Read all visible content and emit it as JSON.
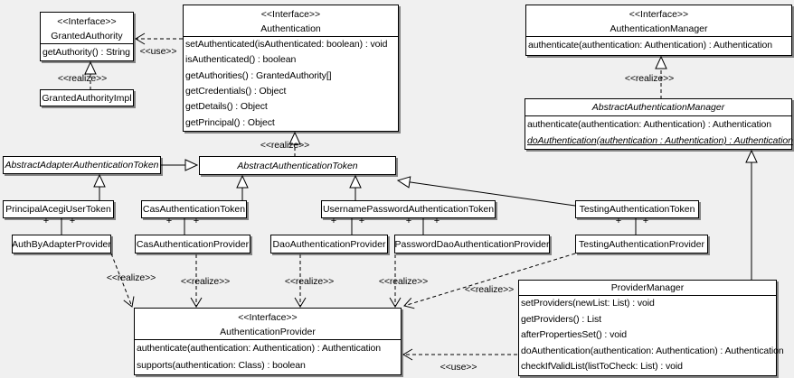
{
  "diagram": {
    "kind": "uml-class-diagram",
    "subject": "Acegi/Spring Security authentication classes"
  },
  "labels": {
    "realize": "<<realize>>",
    "use": "<<use>>",
    "plus": "+"
  },
  "classes": {
    "granted_authority": {
      "stereotype": "<<Interface>>",
      "name": "GrantedAuthority",
      "methods": [
        "getAuthority() : String"
      ]
    },
    "granted_authority_impl": {
      "name": "GrantedAuthorityImpl"
    },
    "authentication": {
      "stereotype": "<<Interface>>",
      "name": "Authentication",
      "methods": [
        "setAuthenticated(isAuthenticated: boolean) : void",
        "isAuthenticated() : boolean",
        "getAuthorities() : GrantedAuthority[]",
        "getCredentials() : Object",
        "getDetails() : Object",
        "getPrincipal() : Object"
      ]
    },
    "authentication_manager": {
      "stereotype": "<<Interface>>",
      "name": "AuthenticationManager",
      "methods": [
        "authenticate(authentication: Authentication) : Authentication"
      ]
    },
    "abstract_authentication_manager": {
      "name": "AbstractAuthenticationManager",
      "methods": [
        "authenticate(authentication: Authentication) : Authentication",
        "doAuthentication(authentication : Authentication) : Authentication"
      ]
    },
    "abstract_adapter_authentication_token": {
      "name": "AbstractAdapterAuthenticationToken"
    },
    "abstract_authentication_token": {
      "name": "AbstractAuthenticationToken"
    },
    "principal_acegi_user_token": {
      "name": "PrincipalAcegiUserToken"
    },
    "cas_authentication_token": {
      "name": "CasAuthenticationToken"
    },
    "username_password_authentication_token": {
      "name": "UsernamePasswordAuthenticationToken"
    },
    "testing_authentication_token": {
      "name": "TestingAuthenticationToken"
    },
    "auth_by_adapter_provider": {
      "name": "AuthByAdapterProvider"
    },
    "cas_authentication_provider": {
      "name": "CasAuthenticationProvider"
    },
    "dao_authentication_provider": {
      "name": "DaoAuthenticationProvider"
    },
    "password_dao_authentication_provider": {
      "name": "PasswordDaoAuthenticationProvider"
    },
    "testing_authentication_provider": {
      "name": "TestingAuthenticationProvider"
    },
    "authentication_provider": {
      "stereotype": "<<Interface>>",
      "name": "AuthenticationProvider",
      "methods": [
        "authenticate(authentication: Authentication) : Authentication",
        "supports(authentication: Class) : boolean"
      ]
    },
    "provider_manager": {
      "name": "ProviderManager",
      "methods": [
        "setProviders(newList: List) : void",
        "getProviders() : List",
        "afterPropertiesSet() : void",
        "doAuthentication(authentication: Authentication) : Authentication",
        "checkIfValidList(listToCheck: List) : void"
      ]
    }
  },
  "relationships": [
    {
      "from": "GrantedAuthorityImpl",
      "to": "GrantedAuthority",
      "type": "realize"
    },
    {
      "from": "Authentication",
      "to": "GrantedAuthority",
      "type": "use"
    },
    {
      "from": "AbstractAuthenticationToken",
      "to": "Authentication",
      "type": "realize"
    },
    {
      "from": "AbstractAuthenticationManager",
      "to": "AuthenticationManager",
      "type": "realize"
    },
    {
      "from": "AbstractAdapterAuthenticationToken",
      "to": "AbstractAuthenticationToken",
      "type": "generalization"
    },
    {
      "from": "PrincipalAcegiUserToken",
      "to": "AbstractAdapterAuthenticationToken",
      "type": "generalization"
    },
    {
      "from": "CasAuthenticationToken",
      "to": "AbstractAuthenticationToken",
      "type": "generalization"
    },
    {
      "from": "UsernamePasswordAuthenticationToken",
      "to": "AbstractAuthenticationToken",
      "type": "generalization"
    },
    {
      "from": "TestingAuthenticationToken",
      "to": "AbstractAuthenticationToken",
      "type": "generalization"
    },
    {
      "from": "ProviderManager",
      "to": "AbstractAuthenticationManager",
      "type": "generalization"
    },
    {
      "from": "PrincipalAcegiUserToken",
      "to": "AuthByAdapterProvider",
      "type": "association"
    },
    {
      "from": "CasAuthenticationToken",
      "to": "CasAuthenticationProvider",
      "type": "association"
    },
    {
      "from": "UsernamePasswordAuthenticationToken",
      "to": "DaoAuthenticationProvider",
      "type": "association"
    },
    {
      "from": "UsernamePasswordAuthenticationToken",
      "to": "PasswordDaoAuthenticationProvider",
      "type": "association"
    },
    {
      "from": "TestingAuthenticationToken",
      "to": "TestingAuthenticationProvider",
      "type": "association"
    },
    {
      "from": "AuthByAdapterProvider",
      "to": "AuthenticationProvider",
      "type": "realize"
    },
    {
      "from": "CasAuthenticationProvider",
      "to": "AuthenticationProvider",
      "type": "realize"
    },
    {
      "from": "DaoAuthenticationProvider",
      "to": "AuthenticationProvider",
      "type": "realize"
    },
    {
      "from": "PasswordDaoAuthenticationProvider",
      "to": "AuthenticationProvider",
      "type": "realize"
    },
    {
      "from": "TestingAuthenticationProvider",
      "to": "AuthenticationProvider",
      "type": "realize"
    },
    {
      "from": "ProviderManager",
      "to": "AuthenticationProvider",
      "type": "use"
    }
  ],
  "colors": {
    "background": "#f0f0f0",
    "box_fill": "#ffffff",
    "line": "#000000",
    "shadow_rgba": "rgba(0,0,0,0.45)"
  }
}
